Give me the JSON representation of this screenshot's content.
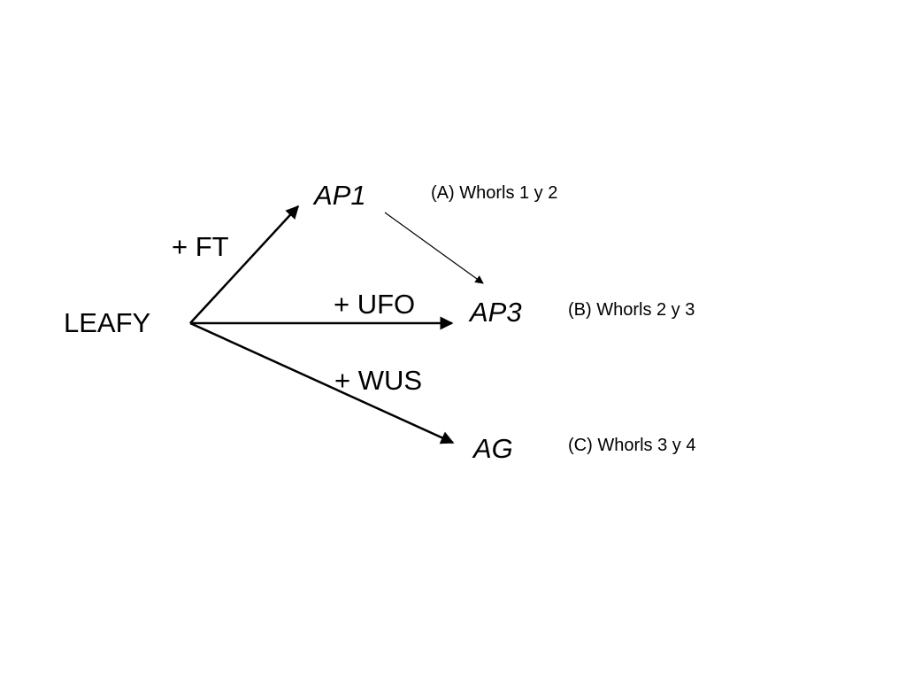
{
  "nodes": {
    "regulator": "LEAFY",
    "gene_ap1": "AP1",
    "gene_ap3": "AP3",
    "gene_ag": "AG"
  },
  "cofactors": {
    "ft": "+ FT",
    "ufo": "+ UFO",
    "wus": "+ WUS"
  },
  "functions": {
    "a": "(A) Whorls 1 y 2",
    "b": "(B) Whorls 2 y 3",
    "c": "(C) Whorls 3 y 4"
  },
  "edges": [
    {
      "from": "LEAFY",
      "to": "AP1",
      "via": "+ FT"
    },
    {
      "from": "LEAFY",
      "to": "AP3",
      "via": "+ UFO"
    },
    {
      "from": "LEAFY",
      "to": "AG",
      "via": "+ WUS"
    },
    {
      "from": "AP1",
      "to": "AP3",
      "via": ""
    }
  ],
  "colors": {
    "line": "#000000",
    "background": "#ffffff"
  }
}
